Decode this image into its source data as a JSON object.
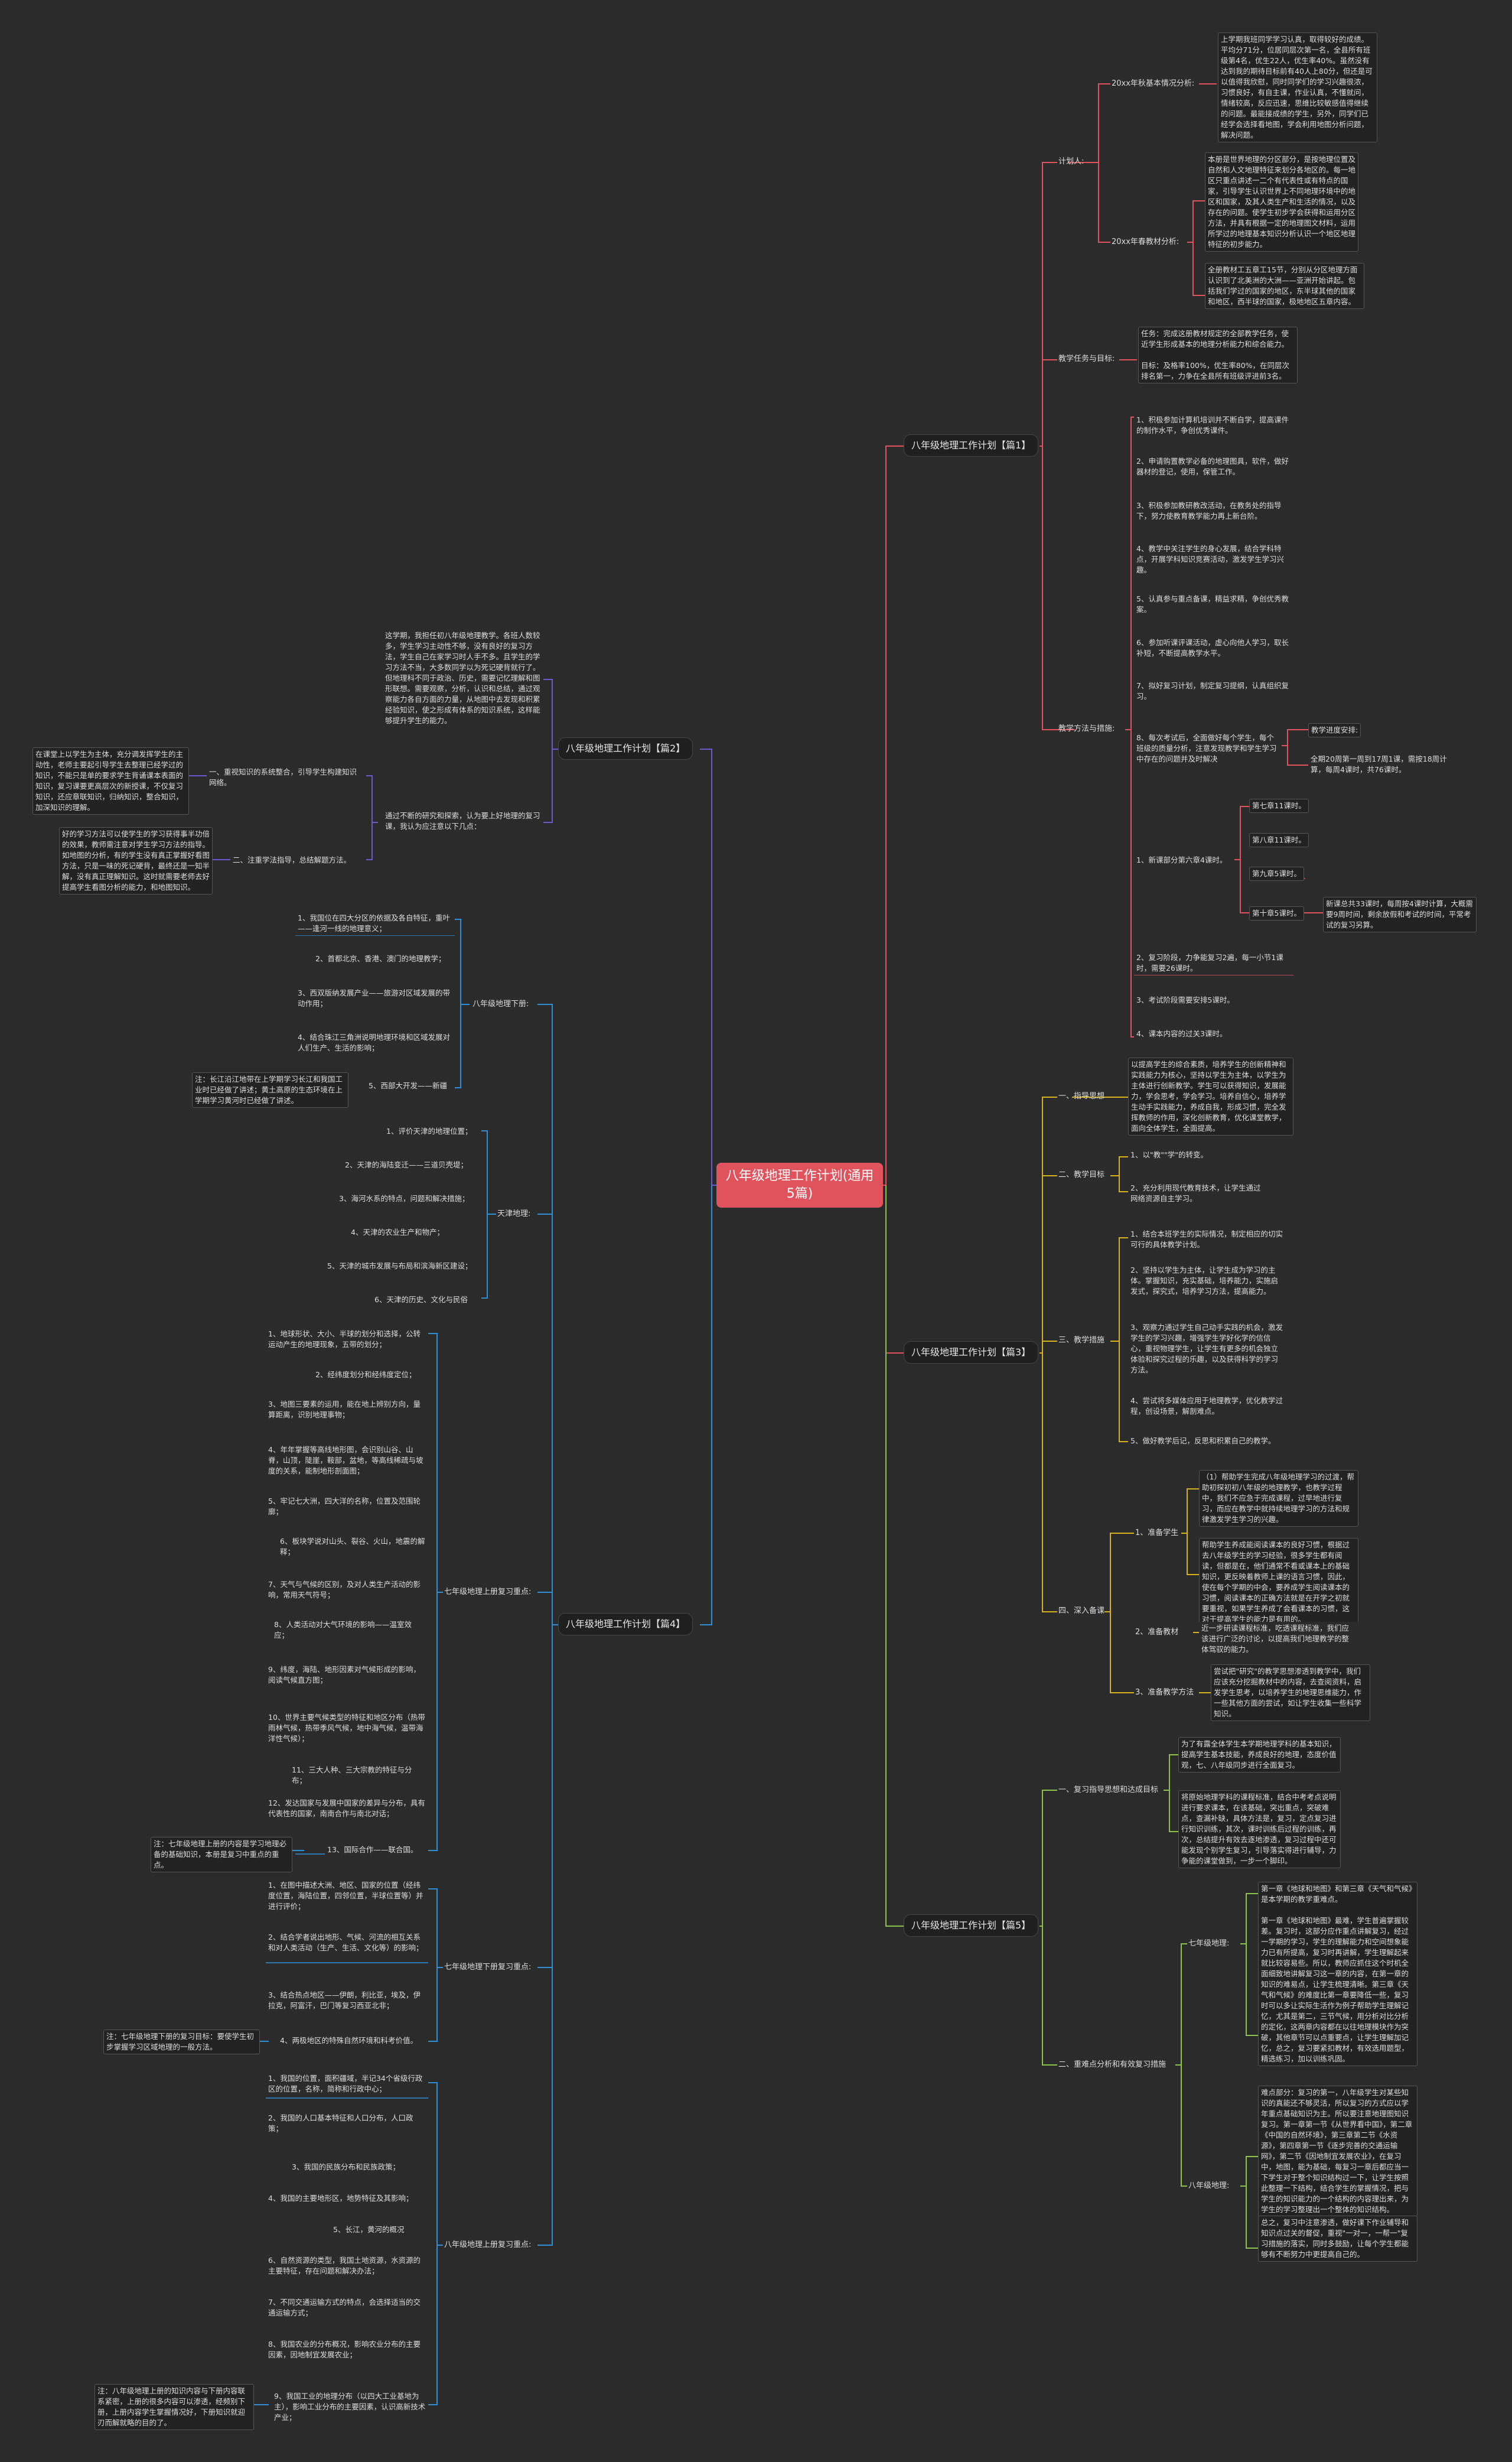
{
  "root": "八年级地理工作计划(通用5篇)",
  "branches": {
    "p1": "八年级地理工作计划【篇1】",
    "p2": "八年级地理工作计划【篇2】",
    "p3": "八年级地理工作计划【篇3】",
    "p4": "八年级地理工作计划【篇4】",
    "p5": "八年级地理工作计划【篇5】"
  },
  "p1": {
    "jh": "计划人:",
    "xs": "20xx年秋基本情况分析:",
    "xs_text": "上学期我班同学学习认真，取得较好的成绩。平均分71分，位居同层次第一名，全县所有班级第4名，优生22人，优生率40%。虽然没有达到我的期待目标前有40人上80分，但还是可以值得我欣慰，同时同学们的学习兴趣很浓，习惯良好，有自主课，作业认真，不懂就问，情绪较高，反应迅速，思维比较敏感值得继续的问题。最能接成绩的学生，另外，同学们已经学会选择看地图，学会利用地图分析问题，解决问题。",
    "jc": "20xx年春教材分析:",
    "jc_text1": "本册是世界地理的分区部分，是按地理位置及自然和人文地理特征来划分各地区的。每一地区只重点讲述一二个有代表性或有特点的国家，引导学生认识世界上不同地理环境中的地区和国家，及其人类生产和生活的情况，以及存在的问题。使学生初步学会获得和运用分区方法，并具有根据一定的地理图文材料，运用所学过的地理基本知识分析认识一个地区地理特征的初步能力。",
    "jc_text2": "全册教材工五章工15节，分别从分区地理方面认识到了北美洲的大洲——亚洲开始讲起。包括我们学过的国家的地区，东半球其他的国家和地区，西半球的国家，极地地区五章内容。",
    "mb": "教学任务与目标:",
    "mb_text": "任务：完成这册教材规定的全部教学任务，使近学生形成基本的地理分析能力和综合能力。\n\n目标：及格率100%，优生率80%，在同层次排名第一，力争在全县所有班级评进前3名。",
    "cs": "教学方法与措施:",
    "cs_items": [
      "1、积极参加计算机培训并不断自学，提高课件的制作水平，争创优秀课件。",
      "2、申请购置教学必备的地理图具，软件，做好器材的登记，使用，保管工作。",
      "3、积极参加教研教改活动，在教务处的指导下，努力使教育教学能力再上新台阶。",
      "4、教学中关注学生的身心发展，结合学科特点，开展学科知识竞赛活动，激发学生学习兴趣。",
      "5、认真参与重点备课，精益求精，争创优秀教案。",
      "6、参加听课评课活动，虚心向他人学习，取长补短，不断提高教学水平。",
      "7、拟好复习计划，制定复习提纲，认真组织复习。",
      "8、每次考试后，全面做好每个学生，每个班级的质量分析，注意发现教学和学生学习中存在的问题并及时解决",
      "1、新课部分第六章4课时。",
      "2、复习阶段，力争能复习2遍，每一小节1课时，需要26课时。",
      "3、考试阶段需要安排5课时。",
      "4、课本内容的过关3课时。"
    ],
    "ap": "教学进度安排:",
    "ap_text": "全期20周第一周到17周1课，需按18周计算，每周4课时，共76课时。",
    "ks": [
      "第七章11课时。",
      "第八章11课时。",
      "第九章5课时。",
      "第十章5课时。"
    ],
    "ks_note": "新课总共33课时，每周按4课时计算，大概需要9周时间，剩余放假和考试的时间，平常考试的复习另算。"
  },
  "p2": {
    "intro": "这学期，我担任初八年级地理教学。各班人数较多，学生学习主动性不够，没有良好的复习方法，学生自己在家学习时人手不多。且学生的学习方法不当，大多数同学以为死记硬背就行了。但地理科不同于政治、历史，需要记忆理解和图形联想。需要观察，分析，认识和总结，通过观察能力各自方面的力量，从地图中去发现和积累经验知识，使之形成有体系的知识系统，这样能够提升学生的能力。",
    "mid": "通过不断的研究和探索，认为要上好地理的复习课，我认为应注意以下几点：",
    "c1": "一、重视知识的系统整合，引导学生构建知识网络。",
    "c1_text": "在课堂上以学生为主体，充分调发挥学生的主动性，老师主要起引导学生去整理已经学过的知识，不能只是单的要求学生背诵课本表面的知识，复习课要更高层次的新授课，不仅复习知识，还应章联知识，归纳知识，整合知识，加深知识的理解。",
    "c2": "二、注重学法指导，总结解题方法。",
    "c2_text": "好的学习方法可以使学生的学习获得事半功倍的效果，教师需注意对学生学习方法的指导。如地图的分析，有的学生没有真正掌握好看图方法，只是一味的死记硬背，最终还是一知半解，没有真正理解知识。这时就需要老师去好提高学生看图分析的能力，和地图知识。"
  },
  "p3": {
    "s1": "一、指导思想",
    "s1_text": "以提高学生的综合素质，培养学生的创新精神和实践能力为核心，坚持以学生为主体，以学生为主体进行创新教学。学生可以获得知识，发展能力，学会思考，学会学习。培养自信心，培养学生动手实践能力，养成自我，形成习惯，完全发挥教师的作用，深化创新教育，优化课堂教学，面向全体学生，全面提高。",
    "s2": "二、教学目标",
    "s2_items": [
      "1、以\"教\"\"学\"的转变。",
      "2、充分利用现代教育技术，让学生通过网络资源自主学习。"
    ],
    "s3": "三、教学措施",
    "s3_items": [
      "1、结合本班学生的实际情况，制定相应的切实可行的具体教学计划。",
      "2、坚持以学生为主体，让学生成为学习的主体。掌握知识，充实基础，培养能力，实施启发式，探究式，培养学习方法，提高能力。",
      "3、观察力通过学生自己动手实践的机会，激发学生的学习兴趣，增强学生学好化学的信信心，重视物理学生，让学生有更多的机会独立体验和探究过程的乐趣，以及获得科学的学习方法。",
      "4、尝试将多媒体应用于地理教学，优化教学过程，创设场景，解剖难点。",
      "5、做好教学后记，反思和积累自己的教学。"
    ],
    "s4": "四、深入备课",
    "zx": "1、准备学生",
    "zx_text1": "（1）帮助学生完成八年级地理学习的过渡，帮助初探初初八年级的地理教学，也教学过程中，我们不应急于完成课程，过早地进行复习，而应在教学中就持续地理学习的方法和规律激发学生学习的兴趣。",
    "zx_text2": "帮助学生养成能阅读课本的良好习惯，根据过去八年级学生的学习经验，很多学生都有阅读，但都是在，他们通常不看或课本上的基础知识，更反映着教师上课的语言习惯，因此，使在每个学期的中会，要养成学生阅读课本的习惯，阅读课本的正确方法就是在开学之初就要重视，如果学生养成了会看课本的习惯，这对于提高学生的能力是有用的。",
    "jc2": "2、准备教材",
    "jc2_text": "近一步研读课程标准，吃透课程标准，我们应该进行广泛的讨论，以提高我们地理教学的整体驾驭的能力。",
    "ff": "3、准备教学方法",
    "ff_text": "尝试把\"研究\"的教学思想渗透到教学中，我们应该充分挖掘教材中的内容，去查阅资料，启发学生思考，以培养学生的地理思维能力，作一些其他方面的尝试，如让学生收集一些科学知识。"
  },
  "p4": {
    "b1": "八年级地理下册:",
    "b1_items": [
      "1、我国位在四大分区的依据及各自特征，重叶——逢河一线的地理意义；",
      "2、首都北京、香港、澳门的地理教学；",
      "3、西双版纳发展产业——旅游对区域发展的带动作用；",
      "4、结合珠江三角洲说明地理环境和区域发展对人们生产、生活的影响；",
      "5、西部大开发——新疆"
    ],
    "b1_note": "注：长江沿江地带在上学期学习长江和我国工业时已经做了讲述；黄土高原的生态环境在上学期学习黄河时已经做了讲述。",
    "b2": "天津地理:",
    "b2_items": [
      "1、评价天津的地理位置；",
      "2、天津的海陆变迁——三道贝壳堤；",
      "3、海河水系的特点，问题和解决措施；",
      "4、天津的农业生产和物产；",
      "5、天津的城市发展与布局和滨海新区建设；",
      "6、天津的历史、文化与民俗"
    ],
    "b3": "七年级地理上册复习重点:",
    "b3_items": [
      "1、地球形状、大小、半球的划分和选择，公转运动产生的地理现象，五带的划分；",
      "2、经纬度划分和经纬度定位；",
      "3、地图三要素的运用，能在地上辨别方向，量算距离，识别地理事物；",
      "4、年年掌握等高线地形图，会识别山谷、山脊，山顶，陡崖，鞍部，盆地，等高线稀疏与坡度的关系，能制地形剖面图；",
      "5、牢记七大洲，四大洋的名称，位置及范围轮廓；",
      "6、板块学说对山头、裂谷、火山，地震的解释；",
      "7、天气与气候的区别，及对人类生产活动的影响，常用天气符号；",
      "8、人类活动对大气环境的影响——温室效应；",
      "9、纬度，海陆、地形因素对气候形成的影响，阅读气候直方图；",
      "10、世界主要气候类型的特征和地区分布（热带雨林气候，热带季风气候，地中海气候，温带海洋性气候）；",
      "11、三大人种、三大宗教的特征与分布；",
      "12、发达国家与发展中国家的差异与分布，具有代表性的国家，南南合作与南北对话；",
      "13、国际合作——联合国。"
    ],
    "b3_note": "注：七年级地理上册的内容是学习地理必备的基础知识，本册是复习中重点的重点。",
    "b4": "七年级地理下册复习重点:",
    "b4_items": [
      "1、在图中描述大洲、地区、国家的位置（经纬度位置，海陆位置，四邻位置，半球位置等）并进行评价；",
      "2、结合学者说出地形、气候、河流的相互关系和对人类活动（生产、生活、文化等）的影响；",
      "3、结合热点地区——伊朗，利比亚，埃及，伊拉克，阿富汗，巴门等复习西亚北非；",
      "4、两极地区的特殊自然环境和科考价值。"
    ],
    "b4_note": "注：七年级地理下册的复习目标：要使学生初步掌握学习区域地理的一般方法。",
    "b5": "八年级地理上册复习重点:",
    "b5_items": [
      "1、我国的位置，面积疆域，半记34个省级行政区的位置，名称，简称和行政中心；",
      "2、我国的人口基本特征和人口分布，人口政策；",
      "3、我国的民族分布和民族政策；",
      "4、我国的主要地形区，地势特征及其影响；",
      "5、长江，黄河的概况",
      "6、自然资源的类型，我国土地资源，水资源的主要特征，存在问题和解决办法；",
      "7、不同交通运输方式的特点，会选择适当的交通运输方式；",
      "8、我国农业的分布概况，影响农业分布的主要因素，因地制宜发展农业；",
      "9、我国工业的地理分布（以四大工业基地为主），影响工业分布的主要因素，认识高新技术产业；"
    ],
    "b5_note": "注：八年级地理上册的知识内容与下册内容联系紧密，上册的很多内容可以渗透，经频别下册，上册内容学生掌握情况好，下册知识就迎刃而解就略的目的了。"
  },
  "p5": {
    "s1": "一、复习指导思想和达成目标",
    "s1_text1": "为了有露全体学生本学期地理学科的基本知识，提高学生基本技能，养成良好的地理，态度价值观，七、八年级同步进行全面复习。",
    "s1_text2": "将原始地理学科的课程标准，结合中考考点说明进行要求课本，在该基础，突出重点，突破难点，查漏补缺，具体方法是，复习，定点复习进行知识训练，其次，课时训练后过程的训练，再次，总结提升有效去逐地渗透，复习过程中还可能发现个别学生复习，引导落实得进行辅导，力争能的课堂做到，一步一个脚印。",
    "s2": "二、重难点分析和有效复习措施",
    "q7": "七年级地理:",
    "q7_text": "第一章《地球和地图》和第三章《天气和气候》是本学期的教学重难点。\n\n第一章《地球和地图》最难，学生普遍掌握较差。复习时，这部分应作重点讲解复习，经过一学期的学习，学生的理解能力和空间想象能力已有所提高，复习时再讲解，学生理解起来就比较容易些。所以，教师应抓住这个时机全面细致地讲解复习这一章的内容，在第一章的知识的难易点，让学生梳理清晰。第三章《天气和气候》的难度比第一章要降低一些，复习时可以多让实际生活作为例子帮助学生理解记忆，尤其是第二，三节气候，用分析对比分析的定化，这两章内容都在以往地理模块作为突破，其他章节可以点重要点，让学生理解加记忆，总之，复习要紧扣教材，有效选用题型，精选练习，加以训练巩固。",
    "q8": "八年级地理:",
    "q8_text": "难点部分：复习的第一，八年级学生对某些知识的真能还不够灵活，所以复习的方式应以学年重点基础知识为主。所以要注意地理图知识复习。第一章第一节《从世界看中国》，第二章《中国的自然环境》，第三章第二节《水资源》，第四章第一节《逐步完善的交通运输网》，第二节《因地制宜发展农业》，在复习中，地图，能为基础，每复习一章后都应当一下学生对于整个知识结构过一下，让学生按照此整理一下结构，结合学生的掌握情况，把与学生的知识能力的一个结构的内容理出来，为学生的学习整理出一个整体的知识结构。",
    "q8_text2": "总之，复习中注意渗透，做好课下作业辅导和知识点过关的督促，重视\"一对一，一帮一\"复习措施的落实，同时多鼓励，让每个学生都能够有不断努力中更提高自己的。"
  }
}
